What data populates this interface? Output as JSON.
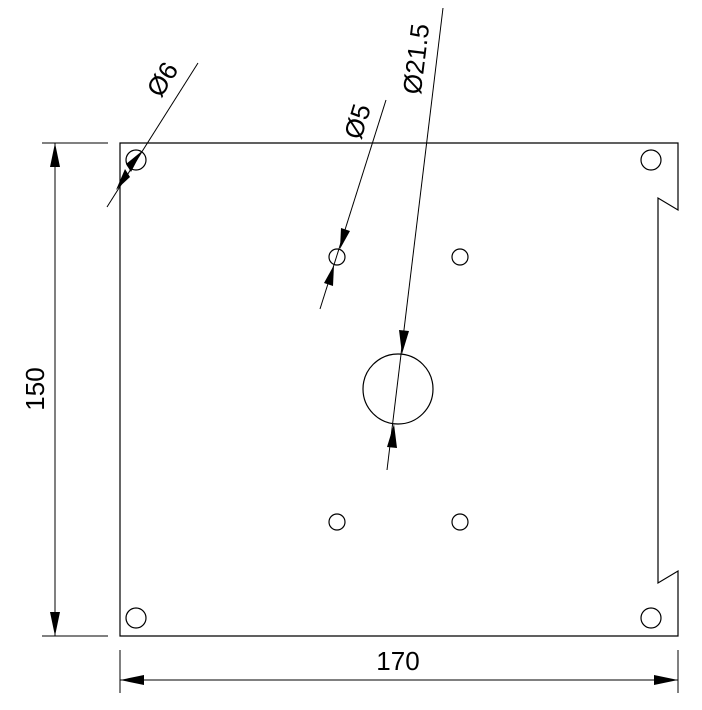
{
  "drawing": {
    "dimensions": {
      "width_label": "170",
      "height_label": "150",
      "corner_hole_label": "Ø6",
      "pattern_hole_label": "Ø5",
      "center_hole_label": "Ø21.5"
    },
    "colors": {
      "line": "#000000",
      "background": "#ffffff"
    }
  }
}
